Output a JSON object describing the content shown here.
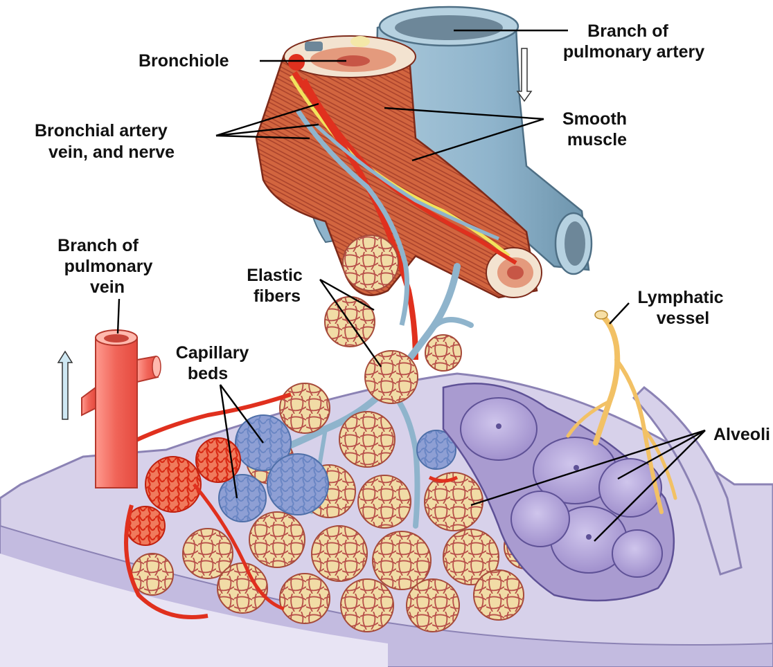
{
  "labels": {
    "branch_pulmonary_artery": [
      "Branch of",
      "pulmonary artery"
    ],
    "bronchiole": "Bronchiole",
    "smooth_muscle": [
      "Smooth",
      "muscle"
    ],
    "bronchial_artery": [
      "Bronchial artery",
      "vein, and nerve"
    ],
    "branch_pulmonary_vein": [
      "Branch of",
      "pulmonary",
      "vein"
    ],
    "elastic_fibers": [
      "Elastic",
      "fibers"
    ],
    "lymphatic_vessel": [
      "Lymphatic",
      "vessel"
    ],
    "capillary_beds": [
      "Capillary",
      "beds"
    ],
    "alveoli": "Alveoli"
  },
  "flow_arrows": {
    "pulmonary_artery": "down",
    "pulmonary_vein": "up"
  },
  "colors": {
    "artery_red": "#e0301e",
    "muscle_red": "#c9553a",
    "vein_blue": "#8fb4cc",
    "alveolus_tan": "#f0dba2",
    "alveolus_purple": "#a99bd0",
    "lymph_yellow": "#f2c165",
    "pleura_lavender": "#d0c9e6"
  }
}
